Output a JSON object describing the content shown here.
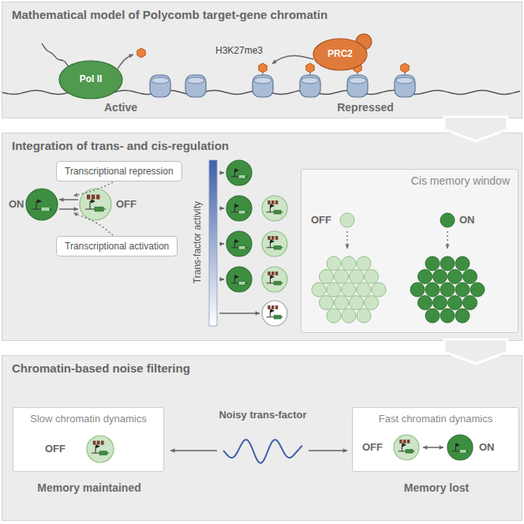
{
  "diagram": {
    "nodes": [
      {
        "text": [
          "Mathematical model of Polycomb target-gene chromatin"
        ]
      },
      {
        "text": [
          "Integration of trans- and cis-regulation"
        ]
      },
      {
        "text": [
          "Transcriptional repression"
        ],
        "in": 1
      },
      {
        "text": [
          "Transcriptional activation"
        ],
        "in": 1
      },
      {
        "text": [
          "Cis memory window"
        ],
        "in": 1
      },
      {
        "text": [
          "Chromatin-based noise filtering"
        ]
      },
      {
        "text": [
          "Slow chromatin dynamics"
        ],
        "in": 5
      },
      {
        "text": [
          "Fast chromatin dynamics"
        ],
        "in": 5
      }
    ],
    "labels": [
      "Pol II",
      "H3K27me3",
      "PRC2",
      "Active",
      "Repressed",
      "ON",
      "OFF",
      "Trans-factor activity",
      "OFF",
      "ON",
      "OFF",
      "Memory maintained",
      "Noisy trans-factor",
      "OFF",
      "ON",
      "Memory lost"
    ]
  }
}
